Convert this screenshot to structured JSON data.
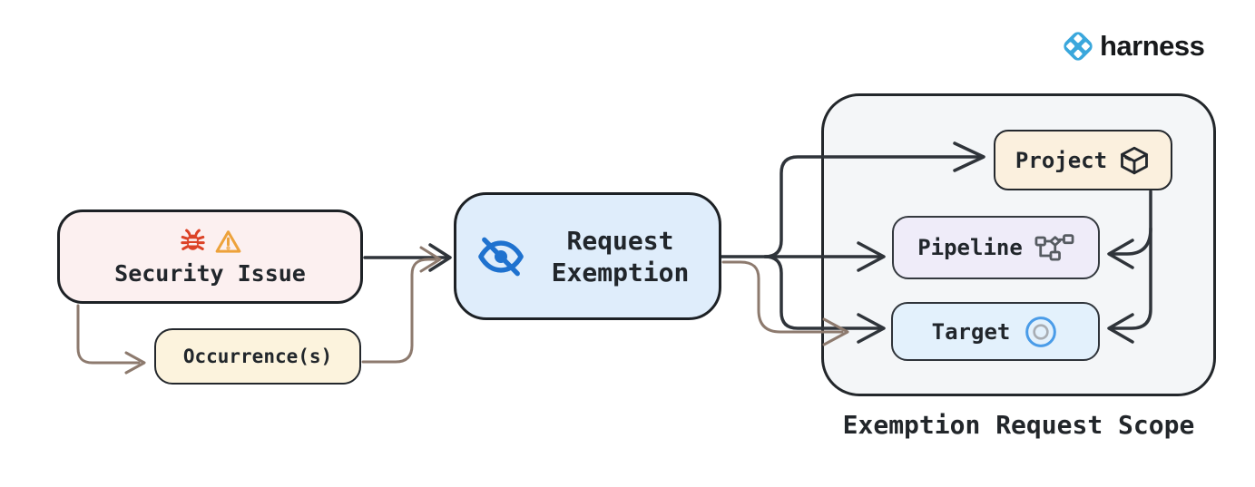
{
  "logo": {
    "brand": "harness"
  },
  "nodes": {
    "security_issue": {
      "label": "Security Issue"
    },
    "occurrences": {
      "label": "Occurrence(s)"
    },
    "request_exemption": {
      "label": "Request Exemption"
    },
    "project": {
      "label": "Project"
    },
    "pipeline": {
      "label": "Pipeline"
    },
    "target": {
      "label": "Target"
    }
  },
  "scope": {
    "caption": "Exemption Request Scope"
  },
  "colors": {
    "arrow_dark": "#2f343a",
    "arrow_brown": "#8d7a6e",
    "security_fill": "#fcf0f0",
    "occurrence_fill": "#fcf3dd",
    "exemption_fill": "#dfedfb",
    "scope_fill": "#f4f6f8",
    "project_fill": "#fbf0de",
    "pipeline_fill": "#efecf9",
    "target_fill": "#e3f1fc",
    "bug_red": "#dc4327",
    "warning_orange": "#eda23b",
    "eye_blue": "#1f72cf",
    "target_ring_blue": "#4a9ce8",
    "target_ring_gray": "#a8adb3",
    "workflow_gray": "#565b61",
    "logo_blue": "#3aa7dc"
  },
  "icons": {
    "security": [
      "bug-icon",
      "warning-triangle-icon"
    ],
    "request_exemption": "eye-off-icon",
    "project": "package-icon",
    "pipeline": "workflow-icon",
    "target": "target-icon",
    "brand": "harness-logo-icon"
  }
}
